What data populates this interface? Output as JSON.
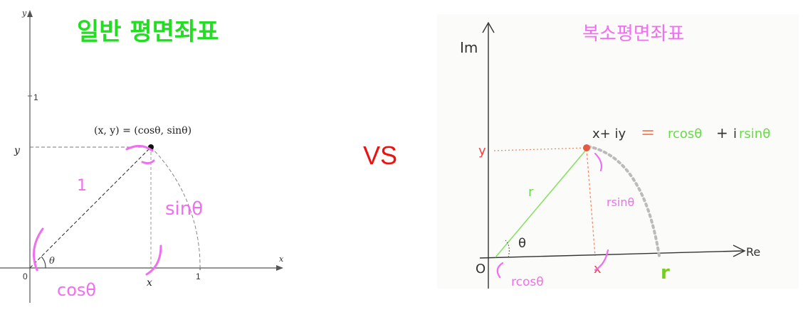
{
  "left_panel": {
    "title": "일반 평면좌표",
    "point_label": "(x, y) = (cosθ, sinθ)",
    "y_axis_label": "y",
    "x_axis_label": "x",
    "tick_y_1": "1",
    "tick_x_1": "1",
    "origin_label": "0",
    "point_y_label": "y",
    "point_x_label": "x",
    "theta_label": "θ",
    "hand_radius": "1",
    "hand_sin": "sinθ",
    "hand_cos": "cosθ"
  },
  "center": {
    "vs": "VS"
  },
  "right_panel": {
    "title": "복소평면좌표",
    "im_label": "Im",
    "re_label": "Re",
    "origin_label": "O",
    "y_label": "y",
    "x_label": "x",
    "r_line_label": "r",
    "theta_label": "θ",
    "rsin_label": "rsinθ",
    "rcos_label": "rcosθ",
    "arc_r_label": "r",
    "eq_lhs": "x+ iy",
    "eq_sign": "=",
    "eq_rhs1": "rcosθ",
    "eq_plus": "+",
    "eq_rhs2_i": "i",
    "eq_rhs2": "rsinθ"
  },
  "colors": {
    "green": "#22dd22",
    "magenta": "#f06ef0",
    "red": "#ee1111",
    "orange": "#f08a6a",
    "dark": "#222222",
    "axis": "#555555"
  }
}
